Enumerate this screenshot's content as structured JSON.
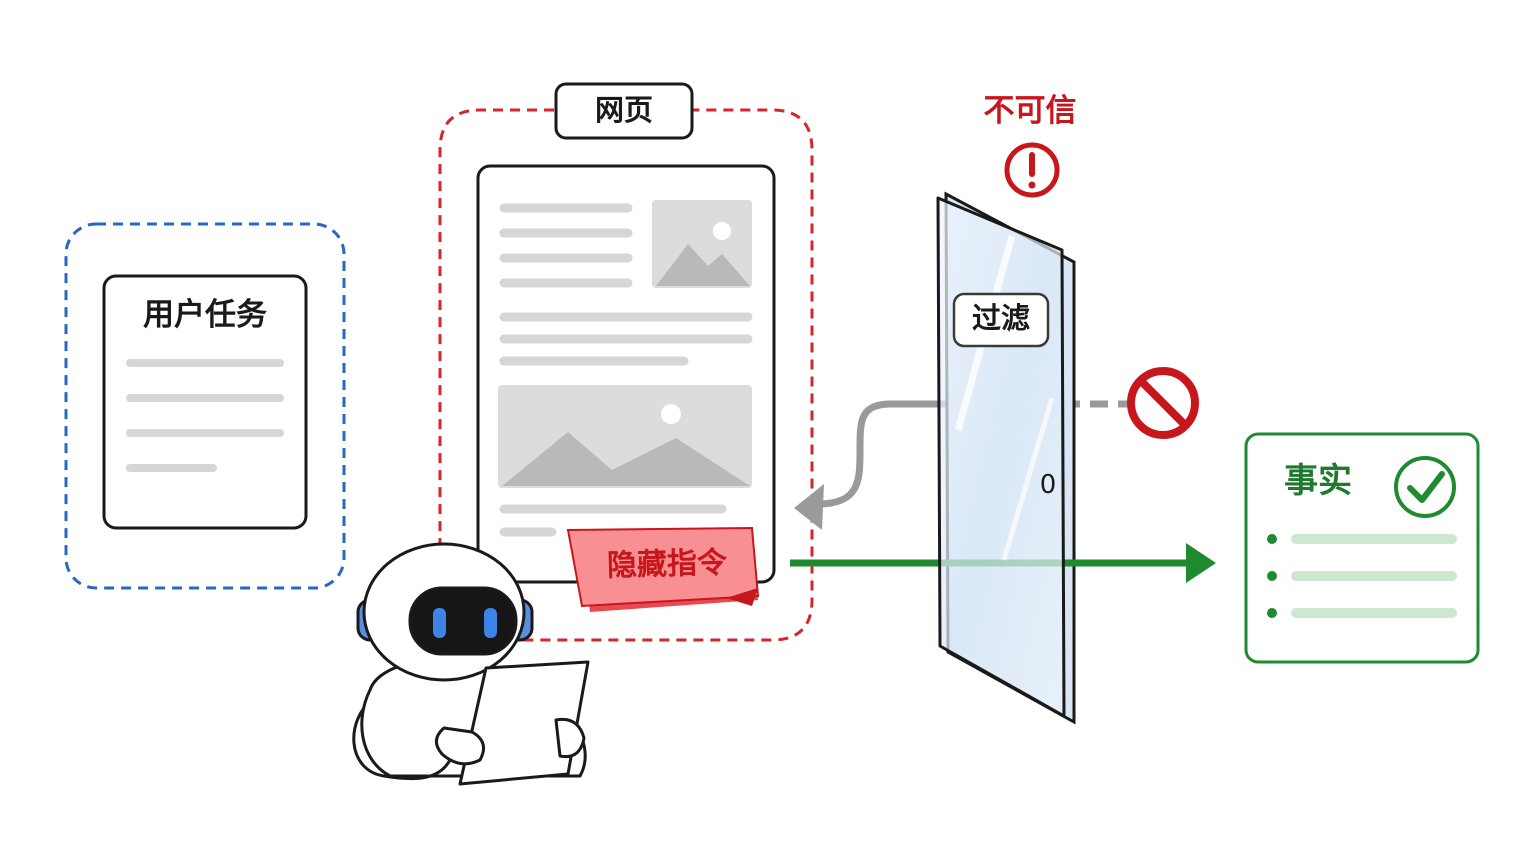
{
  "user_task": {
    "title": "用户任务"
  },
  "webpage": {
    "title": "网页",
    "hidden_note": "隐藏指令"
  },
  "filter": {
    "warning": "不可信",
    "label": "过滤",
    "door_mark": "0"
  },
  "facts": {
    "title": "事实"
  },
  "colors": {
    "user_task_border": "#2a66c8",
    "webpage_border": "#d3262e",
    "warning": "#c8161d",
    "facts_accent": "#1f8a2e",
    "placeholder_gray": "#d6d6d6",
    "hidden_note_fill": "#f88f92"
  },
  "icons": [
    "exclamation-icon",
    "prohibited-icon",
    "check-icon",
    "robot-icon",
    "image-placeholder-icon"
  ]
}
